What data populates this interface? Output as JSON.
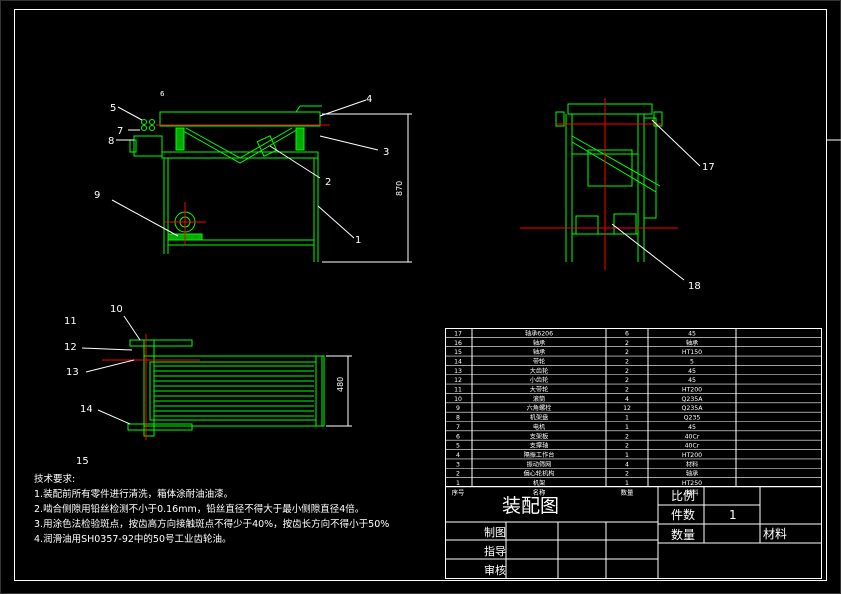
{
  "colors": {
    "background": "#000000",
    "frame": "#ffffff",
    "part_lines": "#00ff00",
    "center_lines": "#ff0000",
    "annotations": "#ffffff"
  },
  "front_view": {
    "leader_labels": [
      "1",
      "2",
      "3",
      "4",
      "5",
      "6",
      "7",
      "8",
      "9"
    ],
    "dimension": "870"
  },
  "side_view": {
    "leader_labels": [
      "17",
      "18"
    ]
  },
  "top_view": {
    "leader_labels": [
      "10",
      "11",
      "12",
      "13",
      "14",
      "15"
    ],
    "dimension": "480"
  },
  "notes": {
    "title": "技术要求:",
    "lines": [
      "1.装配前所有零件进行清洗，箱体涂耐油油漆。",
      "2.啮合侧隙用铅丝检测不小于0.16mm，铅丝直径不得大于最小侧隙直径4倍。",
      "3.用涂色法检验斑点，按齿高方向接触斑点不得少于40%，按齿长方向不得小于50%",
      "4.润滑油用SH0357-92中的50号工业齿轮油。"
    ]
  },
  "bom": {
    "header": {
      "no": "序号",
      "name": "名称",
      "qty": "数量",
      "material": "材料"
    },
    "rows": [
      {
        "no": "17",
        "name": "轴承6206",
        "qty": "6",
        "material": "45"
      },
      {
        "no": "16",
        "name": "轴承",
        "qty": "2",
        "material": "轴承"
      },
      {
        "no": "15",
        "name": "轴承",
        "qty": "2",
        "material": "HT150"
      },
      {
        "no": "14",
        "name": "带轮",
        "qty": "2",
        "material": "5"
      },
      {
        "no": "13",
        "name": "大齿轮",
        "qty": "2",
        "material": "45"
      },
      {
        "no": "12",
        "name": "小齿轮",
        "qty": "2",
        "material": "45"
      },
      {
        "no": "11",
        "name": "大带轮",
        "qty": "2",
        "material": "HT200"
      },
      {
        "no": "10",
        "name": "滚筒",
        "qty": "4",
        "material": "Q235A"
      },
      {
        "no": "9",
        "name": "六角螺栓",
        "qty": "12",
        "material": "Q235A"
      },
      {
        "no": "8",
        "name": "机架盘",
        "qty": "1",
        "material": "Q235"
      },
      {
        "no": "7",
        "name": "电机",
        "qty": "1",
        "material": "45"
      },
      {
        "no": "6",
        "name": "支架板",
        "qty": "2",
        "material": "40Cr"
      },
      {
        "no": "5",
        "name": "支撑轴",
        "qty": "2",
        "material": "40Cr"
      },
      {
        "no": "4",
        "name": "隔振工作台",
        "qty": "1",
        "material": "HT200"
      },
      {
        "no": "3",
        "name": "振动筛网",
        "qty": "4",
        "material": "材料"
      },
      {
        "no": "2",
        "name": "偏心轮机构",
        "qty": "2",
        "material": "轴承"
      },
      {
        "no": "1",
        "name": "机架",
        "qty": "1",
        "material": "HT250"
      }
    ]
  },
  "title_block": {
    "drawing_title": "装配图",
    "scale_label": "比例",
    "pieces_label": "件数",
    "pieces_value": "1",
    "quantity_label": "数量",
    "material_label": "材料",
    "drawn_label": "制图",
    "guide_label": "指导",
    "review_label": "审核"
  }
}
